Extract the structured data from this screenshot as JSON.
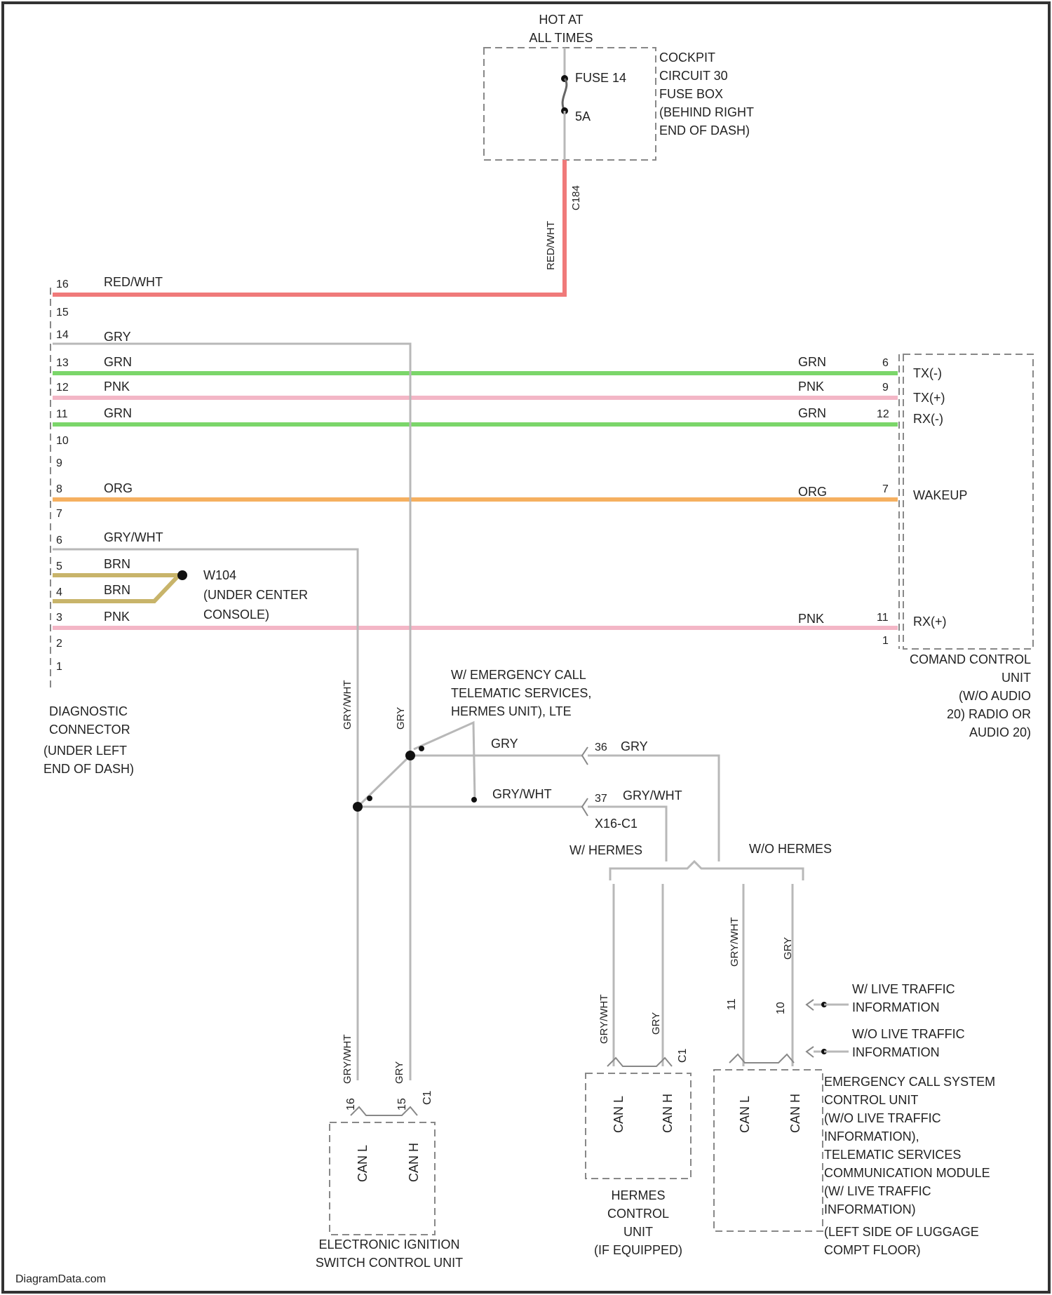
{
  "colors": {
    "red_wht": "#f07a7a",
    "grn": "#7bd66a",
    "pnk": "#f3b6c6",
    "org": "#f5b060",
    "brn": "#c8b46a",
    "gry": "#b8b8b8"
  },
  "fuse_box": {
    "hot_label_1": "HOT AT",
    "hot_label_2": "ALL TIMES",
    "fuse_name": "FUSE 14",
    "fuse_rating": "5A",
    "desc_1": "COCKPIT",
    "desc_2": "CIRCUIT 30",
    "desc_3": "FUSE BOX",
    "desc_4": "(BEHIND RIGHT",
    "desc_5": "END OF DASH)",
    "connector_id": "C184",
    "wire_color": "RED/WHT"
  },
  "diag_connector": {
    "pins": {
      "p16": "16",
      "p15": "15",
      "p14": "14",
      "p13": "13",
      "p12": "12",
      "p11": "11",
      "p10": "10",
      "p9": "9",
      "p8": "8",
      "p7": "7",
      "p6": "6",
      "p5": "5",
      "p4": "4",
      "p3": "3",
      "p2": "2",
      "p1": "1"
    },
    "wires": {
      "w16": "RED/WHT",
      "w14": "GRY",
      "w13": "GRN",
      "w12": "PNK",
      "w11": "GRN",
      "w8": "ORG",
      "w6": "GRY/WHT",
      "w5": "BRN",
      "w4": "BRN",
      "w3": "PNK"
    },
    "label_1": "DIAGNOSTIC",
    "label_2": "CONNECTOR",
    "label_3": "(UNDER LEFT",
    "label_4": "END OF DASH)"
  },
  "ground": {
    "id": "W104",
    "desc_1": "(UNDER CENTER",
    "desc_2": "CONSOLE)"
  },
  "command_unit": {
    "right_wires": {
      "r13": "GRN",
      "r12": "PNK",
      "r11": "GRN",
      "r8": "ORG",
      "r3": "PNK"
    },
    "pins": {
      "p6": "6",
      "p9": "9",
      "p12": "12",
      "p7": "7",
      "p11": "11",
      "p1": "1"
    },
    "signals": {
      "tx_minus": "TX(-)",
      "tx_plus": "TX(+)",
      "rx_minus": "RX(-)",
      "wakeup": "WAKEUP",
      "rx_plus": "RX(+)"
    },
    "label_1": "COMAND CONTROL",
    "label_2": "UNIT",
    "label_3": "(W/O AUDIO",
    "label_4": "20) RADIO OR",
    "label_5": "AUDIO 20)"
  },
  "splice": {
    "note_1": "W/ EMERGENCY CALL",
    "note_2": "TELEMATIC SERVICES,",
    "note_3": "HERMES UNIT), LTE",
    "wire_gry_vert": "GRY",
    "wire_gry_wht_vert": "GRY/WHT",
    "wire_gry": "GRY",
    "wire_gry_wht": "GRY/WHT",
    "pin_36": "36",
    "pin_37": "37",
    "wire_gry_out": "GRY",
    "wire_gry_wht_out": "GRY/WHT",
    "connector": "X16-C1",
    "w_hermes": "W/ HERMES",
    "wo_hermes": "W/O HERMES"
  },
  "ignition_unit": {
    "wire_a": "GRY/WHT",
    "wire_b": "GRY",
    "pin_a": "16",
    "pin_b": "15",
    "pin_c": "C1",
    "can_l": "CAN L",
    "can_h": "CAN H",
    "label_1": "ELECTRONIC IGNITION",
    "label_2": "SWITCH CONTROL UNIT"
  },
  "hermes_unit": {
    "wire_a": "GRY/WHT",
    "wire_b": "GRY",
    "pin_c": "C1",
    "can_l": "CAN L",
    "can_h": "CAN H",
    "label_1": "HERMES",
    "label_2": "CONTROL",
    "label_3": "UNIT",
    "label_4": "(IF EQUIPPED)"
  },
  "ecall_unit": {
    "wire_a": "GRY/WHT",
    "wire_b": "GRY",
    "pin_a": "11",
    "pin_b": "10",
    "live_1a": "W/ LIVE TRAFFIC",
    "live_1b": "INFORMATION",
    "live_2a": "W/O LIVE TRAFFIC",
    "live_2b": "INFORMATION",
    "can_l": "CAN L",
    "can_h": "CAN H",
    "label_1": "EMERGENCY CALL SYSTEM",
    "label_2": "CONTROL UNIT",
    "label_3": "(W/O LIVE TRAFFIC",
    "label_4": "INFORMATION),",
    "label_5": "TELEMATIC SERVICES",
    "label_6": "COMMUNICATION MODULE",
    "label_7": "(W/ LIVE TRAFFIC",
    "label_8": "INFORMATION)",
    "label_9": "(LEFT SIDE OF LUGGAGE",
    "label_10": "COMPT FLOOR)"
  },
  "credit": "DiagramData.com"
}
